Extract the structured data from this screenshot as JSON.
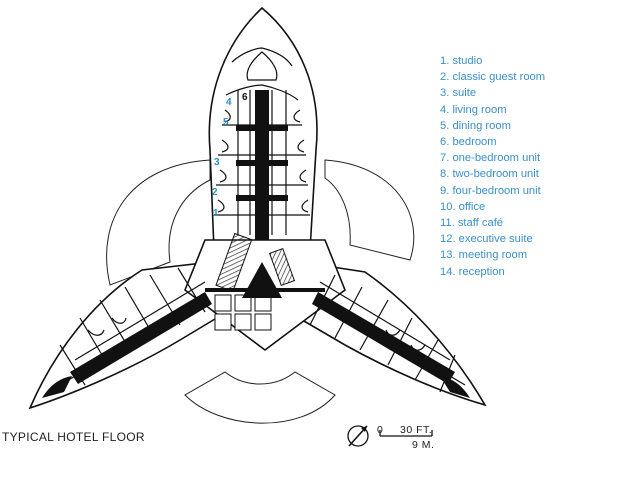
{
  "legend": {
    "items": [
      "1. studio",
      "2. classic guest room",
      "3. suite",
      "4. living room",
      "5. dining room",
      "6. bedroom",
      "7. one-bedroom unit",
      "8. two-bedroom unit",
      "9. four-bedroom unit",
      "10. office",
      "11. staff café",
      "12. executive suite",
      "13. meeting room",
      "14. reception"
    ]
  },
  "plan_labels": {
    "l1": "1",
    "l2": "2",
    "l3": "3",
    "l4": "4",
    "l5": "5",
    "l6": "6"
  },
  "caption": "TYPICAL HOTEL FLOOR",
  "scale": {
    "zero": "0",
    "feet": "30 FT.",
    "meters": "9 M."
  },
  "colors": {
    "legend_text": "#3b8fc7",
    "room_number": "#2f8fc6",
    "ink": "#111111"
  }
}
